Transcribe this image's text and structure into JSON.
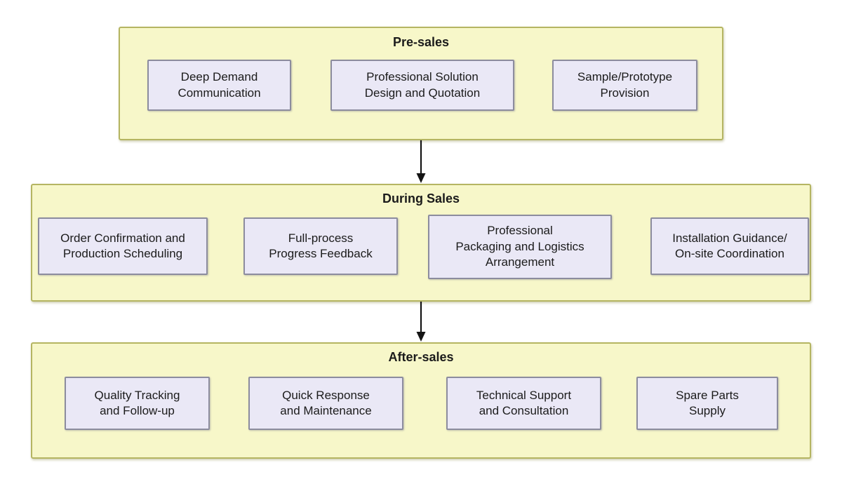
{
  "colors": {
    "background": "#ffffff",
    "stage_fill": "#f7f7c9",
    "stage_border": "#b5b562",
    "box_fill": "#eae8f6",
    "box_border": "#8c8c9e",
    "arrow_color": "#141414",
    "text_color": "#1b1b1b"
  },
  "stages": [
    {
      "title": "Pre-sales",
      "items": [
        "Deep Demand\nCommunication",
        "Professional Solution\nDesign and Quotation",
        "Sample/Prototype\nProvision"
      ]
    },
    {
      "title": "During Sales",
      "items": [
        "Order Confirmation and\nProduction Scheduling",
        "Full-process\nProgress Feedback",
        "Professional\nPackaging and Logistics\nArrangement",
        "Installation Guidance/\nOn-site Coordination"
      ]
    },
    {
      "title": "After-sales",
      "items": [
        "Quality Tracking\nand Follow-up",
        "Quick Response\nand Maintenance",
        "Technical Support\nand Consultation",
        "Spare Parts\nSupply"
      ]
    }
  ]
}
